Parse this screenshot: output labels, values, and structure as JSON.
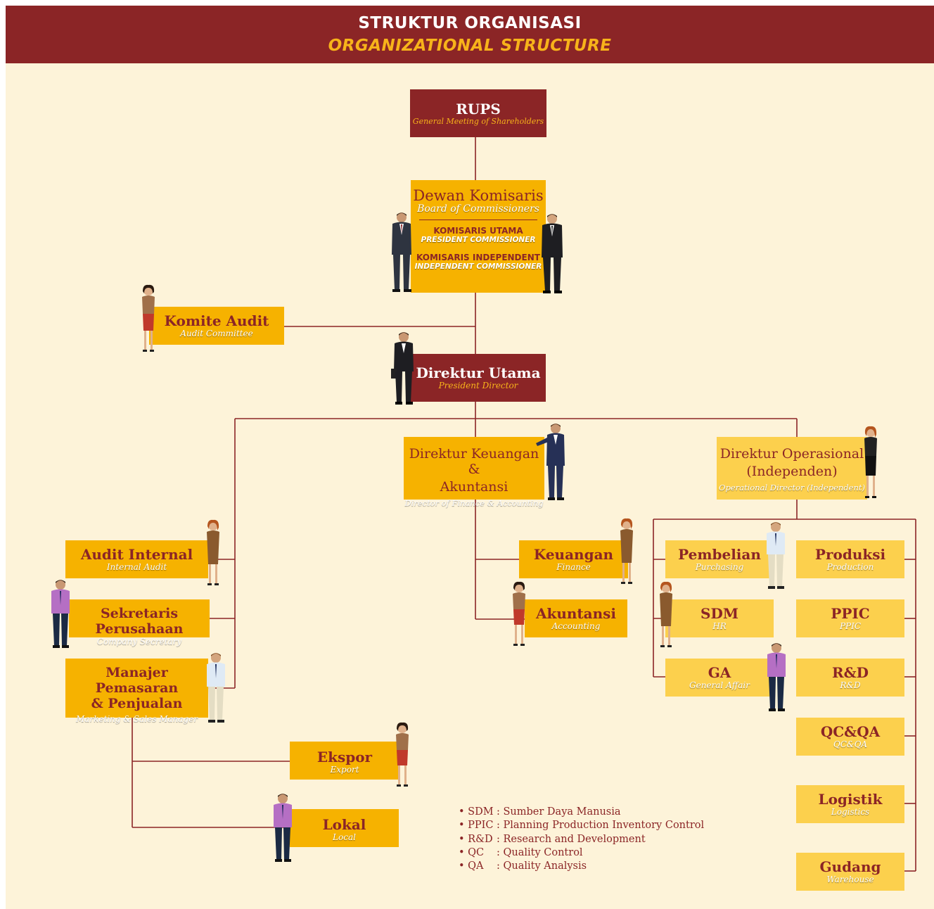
{
  "header": {
    "title_id": "STRUKTUR ORGANISASI",
    "title_en": "ORGANIZATIONAL STRUCTURE"
  },
  "colors": {
    "banner": "#8b2526",
    "background": "#fdf3d9",
    "box_orange": "#f6b200",
    "box_light": "#fcd04d",
    "accent_text": "#8b2526",
    "line": "#8b2526"
  },
  "nodes": {
    "rups": {
      "id": "RUPS",
      "en": "General Meeting of Shareholders"
    },
    "dewan": {
      "id": "Dewan Komisaris",
      "en": "Board of Commissioners",
      "role1_id": "KOMISARIS UTAMA",
      "role1_en": "PRESIDENT COMMISSIONER",
      "role2_id": "KOMISARIS INDEPENDENT",
      "role2_en": "INDEPENDENT COMMISSIONER"
    },
    "komite_audit": {
      "id": "Komite Audit",
      "en": "Audit Committee"
    },
    "direktur_utama": {
      "id": "Direktur Utama",
      "en": "President Director"
    },
    "dir_keuangan": {
      "id1": "Direktur Keuangan &",
      "id2": "Akuntansi",
      "en": "Director of Finance & Accounting"
    },
    "dir_operasional": {
      "id1": "Direktur Operasional",
      "id2": "(Independen)",
      "en": "Operational Director (Independent)"
    },
    "audit_internal": {
      "id": "Audit Internal",
      "en": "Internal Audit"
    },
    "sekretaris": {
      "id": "Sekretaris Perusahaan",
      "en": "Company Secretary"
    },
    "manajer": {
      "id1": "Manajer Pemasaran",
      "id2": "& Penjualan",
      "en": "Marketing & Sales Manager"
    },
    "ekspor": {
      "id": "Ekspor",
      "en": "Export"
    },
    "lokal": {
      "id": "Lokal",
      "en": "Local"
    },
    "keuangan": {
      "id": "Keuangan",
      "en": "Finance"
    },
    "akuntansi": {
      "id": "Akuntansi",
      "en": "Accounting"
    },
    "pembelian": {
      "id": "Pembelian",
      "en": "Purchasing"
    },
    "sdm": {
      "id": "SDM",
      "en": "HR"
    },
    "ga": {
      "id": "GA",
      "en": "General Affair"
    },
    "produksi": {
      "id": "Produksi",
      "en": "Production"
    },
    "ppic": {
      "id": "PPIC",
      "en": "PPIC"
    },
    "rnd": {
      "id": "R&D",
      "en": "R&D"
    },
    "qcqa": {
      "id": "QC&QA",
      "en": "QC&QA"
    },
    "logistik": {
      "id": "Logistik",
      "en": "Logistics"
    },
    "gudang": {
      "id": "Gudang",
      "en": "Warehouse"
    }
  },
  "legend": [
    {
      "abbr": "• SDM",
      "desc": ": Sumber Daya Manusia"
    },
    {
      "abbr": "• PPIC",
      "desc": ": Planning Production Inventory Control"
    },
    {
      "abbr": "• R&D",
      "desc": ": Research and Development"
    },
    {
      "abbr": "• QC",
      "desc": ": Quality Control"
    },
    {
      "abbr": "• QA",
      "desc": ": Quality Analysis"
    }
  ]
}
